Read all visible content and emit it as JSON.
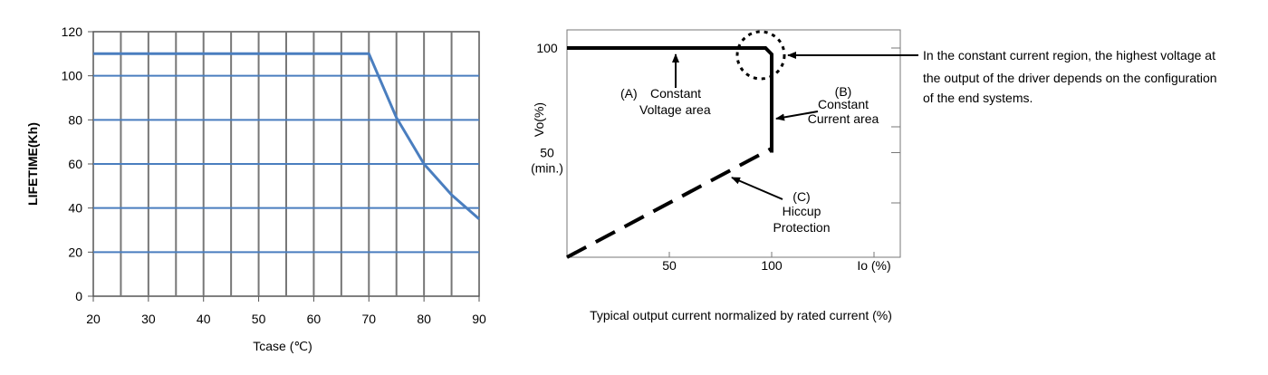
{
  "chart_data": [
    {
      "type": "line",
      "xlabel": "Tcase (℃)",
      "ylabel": "LIFETIME(Kh)",
      "xlim": [
        20,
        90
      ],
      "ylim": [
        0,
        120
      ],
      "x_ticks": [
        20,
        30,
        40,
        50,
        60,
        70,
        80,
        90
      ],
      "y_ticks": [
        0,
        20,
        40,
        60,
        80,
        100,
        120
      ],
      "grid": true,
      "line_color": "#4a7ebf",
      "series": [
        {
          "x": [
            20,
            70,
            75,
            80,
            85,
            90
          ],
          "y": [
            110,
            110,
            81,
            60,
            46,
            35
          ]
        }
      ]
    },
    {
      "type": "line",
      "title": "Typical output current normalized by rated current (%)",
      "ylabel": "Vo(%)",
      "xlim": [
        0,
        120
      ],
      "ylim": [
        0,
        110
      ],
      "x_ticks": [
        {
          "value": 50,
          "label": "50"
        },
        {
          "value": 100,
          "label": "100"
        },
        {
          "value": 150,
          "label": "Io (%)"
        }
      ],
      "y_ticks": [
        {
          "value": 100,
          "label": "100"
        },
        {
          "value": 50,
          "label": "50"
        },
        {
          "value": 50,
          "label": "(min.)"
        }
      ],
      "series": [
        {
          "style": "solid",
          "x": [
            0,
            97,
            100,
            100,
            100
          ],
          "y": [
            100,
            100,
            97,
            52,
            50
          ]
        },
        {
          "style": "dashed",
          "x": [
            0,
            100
          ],
          "y": [
            0,
            52
          ]
        }
      ],
      "annotations": [
        {
          "lines": [
            "(A)",
            "Constant",
            "Voltage area"
          ]
        },
        {
          "lines": [
            "(B)",
            "Constant",
            "Current area"
          ]
        },
        {
          "lines": [
            "(C)",
            "Hiccup",
            "Protection"
          ]
        }
      ],
      "side_note": [
        "In the constant current region, the highest voltage at",
        "the output of the driver depends on the configuration",
        "of the end systems."
      ]
    }
  ]
}
